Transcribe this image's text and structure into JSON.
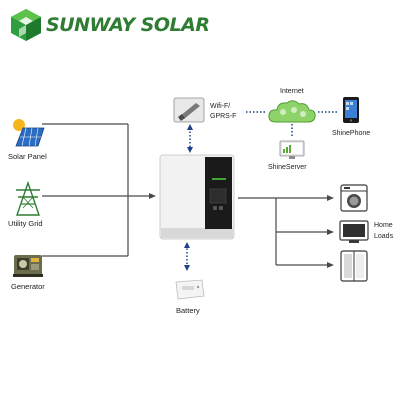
{
  "header": {
    "brand": "SUNWAY SOLAR",
    "logo_icon": "green-cube-logo-icon",
    "brand_color": "#2e7d32"
  },
  "sources": [
    {
      "label": "Solar Panel",
      "icon": "solar-panel-icon"
    },
    {
      "label": "Utility Grid",
      "icon": "transmission-tower-icon"
    },
    {
      "label": "Generator",
      "icon": "generator-icon"
    }
  ],
  "inverter": {
    "icon": "hybrid-inverter-icon"
  },
  "battery": {
    "label": "Battery",
    "icon": "battery-module-icon"
  },
  "communication": {
    "dongle_label_1": "Wifi-F/",
    "dongle_label_2": "GPRS-F",
    "internet_label": "Internet",
    "server_label": "ShineServer",
    "phone_label": "ShinePhone"
  },
  "loads": {
    "label_1": "Home",
    "label_2": "Loads",
    "icons": [
      "washing-machine-icon",
      "television-icon",
      "refrigerator-icon"
    ]
  },
  "colors": {
    "line": "#4a4a4a",
    "dotted": "#1e3f8a",
    "cloud": "#6fbf4a",
    "inverter_body": "#f2f2f2",
    "inverter_panel": "#1a1a1a"
  }
}
